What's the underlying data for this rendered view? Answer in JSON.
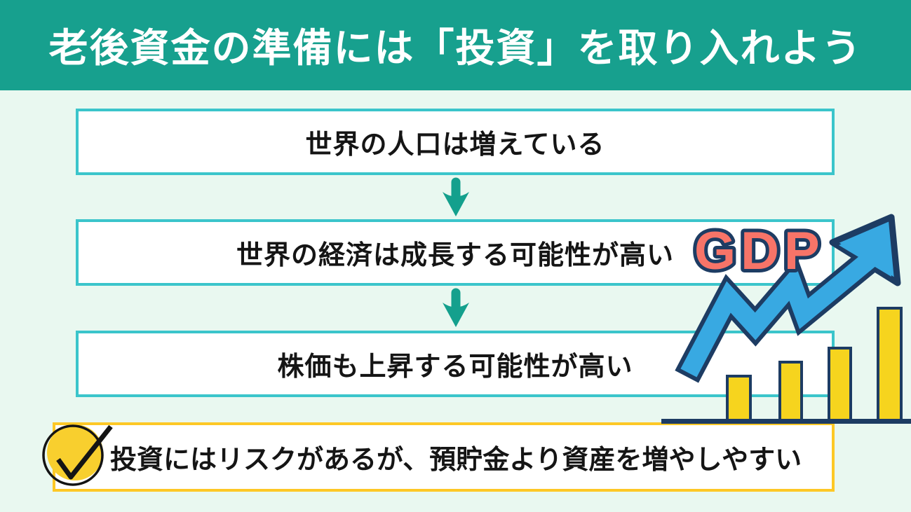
{
  "header": {
    "title": "老後資金の準備には「投資」を取り入れよう"
  },
  "flow": {
    "steps": [
      {
        "label": "世界の人口は増えている"
      },
      {
        "label": "世界の経済は成長する可能性が高い"
      },
      {
        "label": "株価も上昇する可能性が高い"
      }
    ]
  },
  "chart": {
    "gdp_label": "GDP"
  },
  "conclusion": {
    "text": "投資にはリスクがあるが、預貯金より資産を増やしやすい"
  },
  "icons": {
    "down_arrow": "down-arrow",
    "check": "checkmark-in-circle",
    "growth_arrow": "zigzag-up-arrow",
    "bar_chart": "rising-bar-chart"
  },
  "colors": {
    "header_teal": "#17a08e",
    "background_mint": "#e9f8f0",
    "box_border_cyan": "#3bc5cb",
    "navy_outline": "#1d3c63",
    "arrow_blue": "#38a9e2",
    "gdp_coral": "#f77468",
    "bar_yellow": "#f6d41e",
    "accent_yellow": "#fdc826",
    "text_black": "#151515",
    "title_white": "#ffffff"
  }
}
